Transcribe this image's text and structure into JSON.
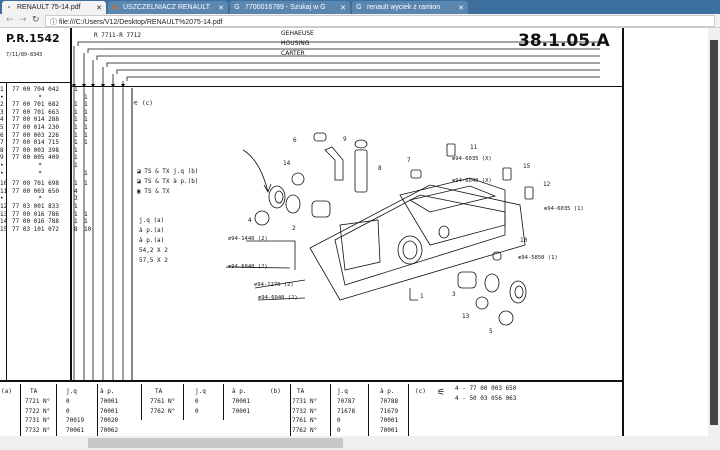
{
  "browser": {
    "tabs": [
      {
        "label": "RENAULT 75-14.pdf",
        "icon": "file-icon"
      },
      {
        "label": "USZCZELNIACZ RENAULT",
        "icon": "allegro-icon"
      },
      {
        "label": "7700016789 - Szukaj w G",
        "icon": "google-icon"
      },
      {
        "label": "renault wyciek z ramion",
        "icon": "google-icon"
      }
    ],
    "url": "file:///C:/Users/V12/Desktop/RENAULT%2075-14.pdf"
  },
  "doc": {
    "pr": "P.R.1542",
    "date": "7/11/89-8343",
    "ref_models": "R 7711-R 7712",
    "title_lines": [
      "GEHAEUSE",
      "HOUSING",
      "CARTER"
    ],
    "page_code": "38.1.05.A",
    "rows": [
      {
        "idx": "1",
        "part": "77 00 704 042",
        "q1": "1",
        "q2": ""
      },
      {
        "idx": "•",
        "part": "*",
        "q1": "",
        "q2": "1"
      },
      {
        "idx": "2",
        "part": "77 00 701 682",
        "q1": "1",
        "q2": "1"
      },
      {
        "idx": "3",
        "part": "77 00 701 663",
        "q1": "1",
        "q2": "1"
      },
      {
        "idx": "4",
        "part": "77 00 014 288",
        "q1": "1",
        "q2": "1"
      },
      {
        "idx": "5",
        "part": "77 00 014 230",
        "q1": "1",
        "q2": "1"
      },
      {
        "idx": "6",
        "part": "77 00 003 226",
        "q1": "1",
        "q2": "1"
      },
      {
        "idx": "7",
        "part": "77 00 014 715",
        "q1": "1",
        "q2": "1"
      },
      {
        "idx": "8",
        "part": "77 00 003 398",
        "q1": "1",
        "q2": ""
      },
      {
        "idx": "9",
        "part": "77 00 005 409",
        "q1": "1",
        "q2": ""
      },
      {
        "idx": "•",
        "part": "*",
        "q1": "1",
        "q2": ""
      },
      {
        "idx": "•",
        "part": "*",
        "q1": "",
        "q2": "1"
      },
      {
        "idx": "10",
        "part": "77 00 701 698",
        "q1": "1",
        "q2": "1"
      },
      {
        "idx": "11",
        "part": "77 00 003 650",
        "q1": "4",
        "q2": ""
      },
      {
        "idx": "•",
        "part": "*",
        "q1": "3",
        "q2": ""
      },
      {
        "idx": "12",
        "part": "77 03 001 833",
        "q1": "1",
        "q2": ""
      },
      {
        "idx": "13",
        "part": "77 00 016 786",
        "q1": "1",
        "q2": "1"
      },
      {
        "idx": "14",
        "part": "77 00 016 788",
        "q1": "1",
        "q2": "1"
      },
      {
        "idx": "15",
        "part": "77 03 101 072",
        "q1": "8",
        "q2": "10"
      }
    ],
    "notes": {
      "c": "(c)",
      "ts1": "TS & TX j.q (b)",
      "ts2": "TS & TX à p.(b)",
      "ts3": "TS & TX",
      "jq_a": "j.q (a)",
      "ap_a1": "à p.(a)",
      "ap_a2": "à p.(a)",
      "dim1": "54,2 X 2",
      "dim2": "57,5 X 2"
    },
    "callouts": [
      "1",
      "2",
      "3",
      "4",
      "5",
      "6",
      "7",
      "8",
      "9",
      "10",
      "11",
      "12",
      "13",
      "14",
      "15"
    ],
    "refs": [
      "⌀94-1440 (2)",
      "⊕94-6040 (2)",
      "⌀94-1270 (2)",
      "⊕94-6040 (2)",
      "⊕94-6035 (X)",
      "⊕94-6040 (X)",
      "⊕94-6035 (1)",
      "⊕94-5850 (1)"
    ],
    "bottom": {
      "a_label": "(a)",
      "a_head": [
        "TA",
        "j.q",
        "à p."
      ],
      "a_rows": [
        [
          "7721 N°",
          "0",
          "70001"
        ],
        [
          "7722 N°",
          "0",
          "70001"
        ],
        [
          "7731 N°",
          "70019",
          "70020"
        ],
        [
          "7732 N°",
          "70061",
          "70062"
        ]
      ],
      "a2_head": [
        "TA",
        "j.q",
        "à p."
      ],
      "a2_rows": [
        [
          "7761 N°",
          "0",
          "70001"
        ],
        [
          "7762 N°",
          "0",
          "70001"
        ]
      ],
      "b_label": "(b)",
      "b_head": [
        "TA",
        "j.q",
        "à p."
      ],
      "b_rows": [
        [
          "7731 N°",
          "70787",
          "70788"
        ],
        [
          "7732 N°",
          "71678",
          "71679"
        ],
        [
          "7761 N°",
          "0",
          "70001"
        ],
        [
          "7762 N°",
          "0",
          "70001"
        ]
      ],
      "c_label": "(c)",
      "c_lines": [
        "4 - 77 00 003 650",
        "4 - 50 03 056 063"
      ]
    }
  }
}
